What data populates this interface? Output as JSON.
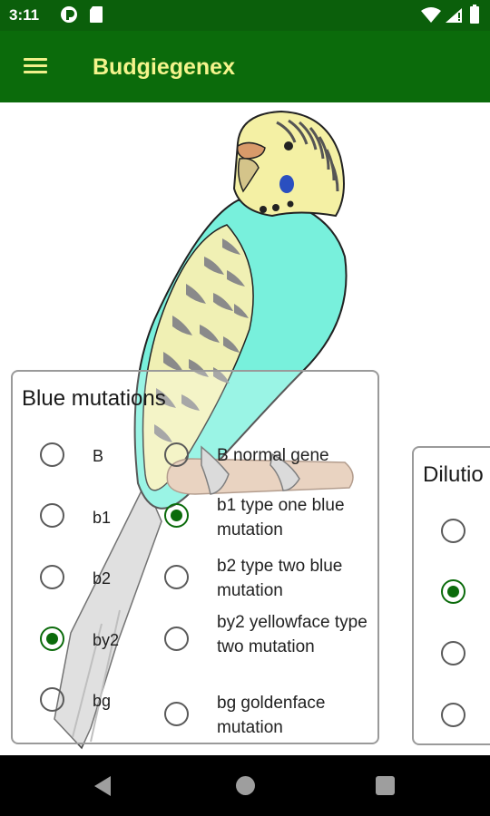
{
  "status_bar": {
    "time": "3:11",
    "icons": [
      "pocket-casts-icon",
      "sd-card-icon",
      "wifi-icon",
      "signal-icon",
      "battery-icon"
    ]
  },
  "app_bar": {
    "title": "Budgiegenex",
    "menu_icon": "hamburger-menu-icon"
  },
  "colors": {
    "status_bar": "#0b5f0b",
    "app_bar": "#0b6b0b",
    "title": "#f4f48c",
    "radio_checked": "#0b6b0b"
  },
  "blue_mutations": {
    "title": "Blue mutations",
    "left_options": [
      {
        "label": "B",
        "checked": false
      },
      {
        "label": "b1",
        "checked": false
      },
      {
        "label": "b2",
        "checked": false
      },
      {
        "label": "by2",
        "checked": true
      },
      {
        "label": "bg",
        "checked": false
      }
    ],
    "right_options": [
      {
        "label": "B normal gene",
        "checked": false
      },
      {
        "label": "b1 type one blue mutation",
        "checked": true
      },
      {
        "label": "b2 type two blue mutation",
        "checked": false
      },
      {
        "label": "by2 yellowface type two mutation",
        "checked": false
      },
      {
        "label": "bg goldenface mutation",
        "checked": false
      }
    ]
  },
  "dilution": {
    "title": "Dilutio",
    "options": [
      {
        "checked": false
      },
      {
        "checked": true
      },
      {
        "checked": false
      },
      {
        "checked": false
      }
    ]
  },
  "nav_bar": {
    "icons": [
      "back-icon",
      "home-icon",
      "recents-icon"
    ]
  }
}
